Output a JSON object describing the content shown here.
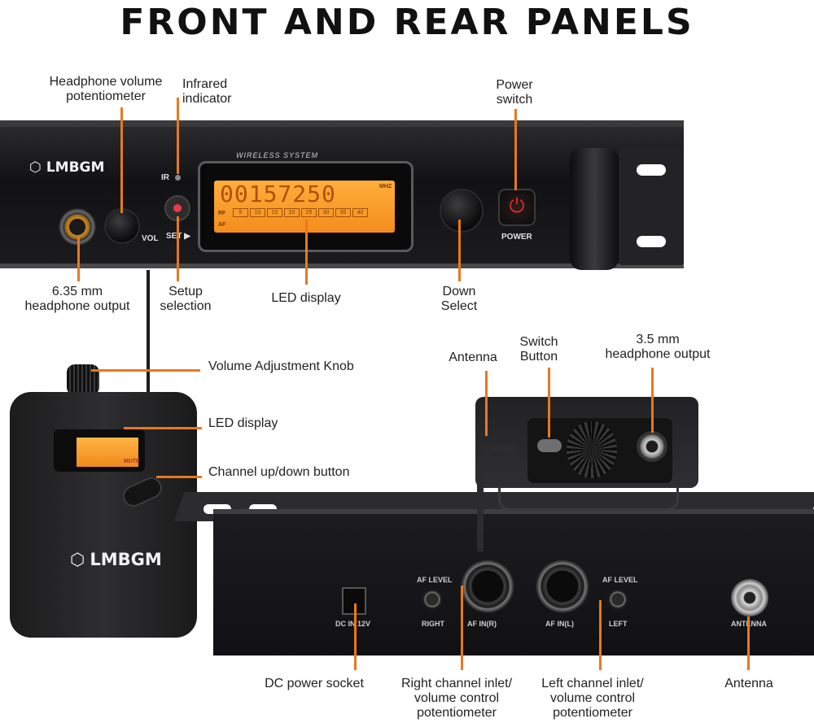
{
  "title": "FRONT AND REAR PANELS",
  "front_labels": {
    "headphone_volume": [
      "Headphone volume",
      "potentiometer"
    ],
    "infrared": [
      "Infrared",
      "indicator"
    ],
    "power_switch": [
      "Power",
      "switch"
    ],
    "headphone_output": [
      "6.35 mm",
      "headphone output"
    ],
    "setup_selection": [
      "Setup",
      "selection"
    ],
    "led_display": "LED display",
    "down_select": [
      "Down",
      "Select"
    ]
  },
  "bodypack_labels": {
    "volume_knob": "Volume Adjustment Knob",
    "led_display": "LED display",
    "channel_button": "Channel up/down button"
  },
  "top_labels": {
    "antenna": "Antenna",
    "switch_button": [
      "Switch",
      "Button"
    ],
    "headphone_35": [
      "3.5 mm",
      "headphone output"
    ]
  },
  "rear_labels": {
    "dc_power": "DC power socket",
    "right_channel": [
      "Right channel inlet/",
      "volume control",
      "potentiometer"
    ],
    "left_channel": [
      "Left channel inlet/",
      "volume control",
      "potentiometer"
    ],
    "antenna": "Antenna"
  },
  "device_text": {
    "brand": "LMBGM",
    "wireless_system": "WIRELESS SYSTEM",
    "lcd_digits": "00157250",
    "mhz": "MHZ",
    "rf": "RF",
    "af": "AF",
    "rf_scale": [
      "5",
      "10",
      "15",
      "20",
      "25",
      "30",
      "35",
      "40"
    ],
    "ir": "IR",
    "vol": "VOL",
    "set": "SET ▶",
    "power": "POWER",
    "dc_in": "DC IN 12V",
    "af_level": "AF LEVEL",
    "right": "RIGHT",
    "left": "LEFT",
    "af_in_r": "AF IN(R)",
    "af_in_l": "AF IN(L)",
    "antenna": "ANTENNA",
    "mute": "MUTE"
  },
  "colors": {
    "callout_line": "#e8781e",
    "lcd": "#f8a030",
    "power_red": "#e02828"
  }
}
